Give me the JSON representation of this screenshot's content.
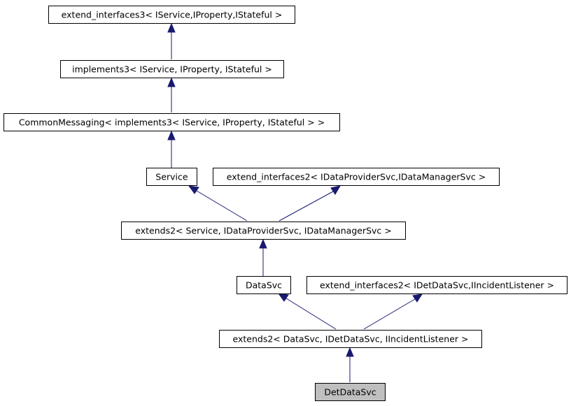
{
  "diagram": {
    "nodes": [
      {
        "id": "ei3",
        "label": "extend_interfaces3< IService,IProperty,IStateful >"
      },
      {
        "id": "impl3",
        "label": "implements3< IService, IProperty, IStateful >"
      },
      {
        "id": "cm",
        "label": "CommonMessaging< implements3< IService, IProperty, IStateful > >"
      },
      {
        "id": "service",
        "label": "Service"
      },
      {
        "id": "ei2a",
        "label": "extend_interfaces2< IDataProviderSvc,IDataManagerSvc >"
      },
      {
        "id": "ext2a",
        "label": "extends2< Service, IDataProviderSvc, IDataManagerSvc >"
      },
      {
        "id": "datasvc",
        "label": "DataSvc"
      },
      {
        "id": "ei2b",
        "label": "extend_interfaces2< IDetDataSvc,IIncidentListener >"
      },
      {
        "id": "ext2b",
        "label": "extends2< DataSvc, IDetDataSvc, IIncidentListener >"
      },
      {
        "id": "detdatasvc",
        "label": "DetDataSvc",
        "current": true
      }
    ],
    "edges": [
      {
        "from": "impl3",
        "to": "ei3"
      },
      {
        "from": "cm",
        "to": "impl3"
      },
      {
        "from": "service",
        "to": "cm"
      },
      {
        "from": "ext2a",
        "to": "service"
      },
      {
        "from": "ext2a",
        "to": "ei2a"
      },
      {
        "from": "datasvc",
        "to": "ext2a"
      },
      {
        "from": "ext2b",
        "to": "datasvc"
      },
      {
        "from": "ext2b",
        "to": "ei2b"
      },
      {
        "from": "detdatasvc",
        "to": "ext2b"
      }
    ]
  }
}
